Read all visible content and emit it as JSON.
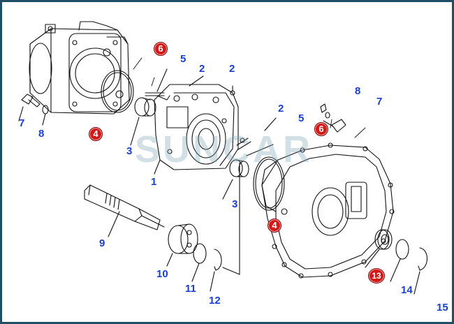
{
  "watermark": "SUNCAR",
  "callouts": {
    "c1": "1",
    "c2a": "2",
    "c2b": "2",
    "c2c": "2",
    "c3a": "3",
    "c3b": "3",
    "c4a": "4",
    "c4b": "4",
    "c5a": "5",
    "c5b": "5",
    "c6a": "6",
    "c6b": "6",
    "c7a": "7",
    "c7b": "7",
    "c8a": "8",
    "c8b": "8",
    "c9": "9",
    "c10": "10",
    "c11": "11",
    "c12": "12",
    "c13": "13",
    "c14": "14",
    "c15": "15"
  },
  "colors": {
    "callout_text": "#1a3fd0",
    "circled_fill": "#d31818",
    "frame_border": "#1f4f66",
    "line_art": "#111111"
  }
}
